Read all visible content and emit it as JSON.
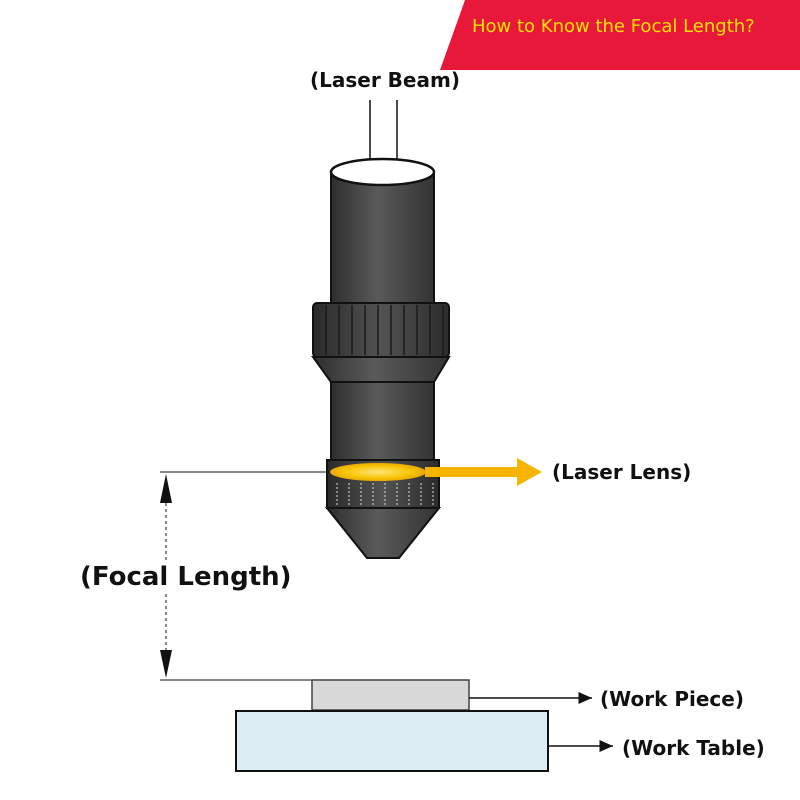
{
  "banner": {
    "text": "How to Know the Focal Length?",
    "background_color": "#e8183a",
    "text_color": "#ffe300"
  },
  "labels": {
    "laser_beam": "(Laser Beam)",
    "laser_lens": "(Laser Lens)",
    "focal_length": "(Focal Length)",
    "work_piece": "(Work Piece)",
    "work_table": "(Work Table)"
  },
  "colors": {
    "nozzle_body": "#4a4a4a",
    "lens_highlight": "#f6c400",
    "lens_arrow": "#f4b400",
    "work_piece": "#d8d8d8",
    "work_table": "#dcecf3"
  }
}
